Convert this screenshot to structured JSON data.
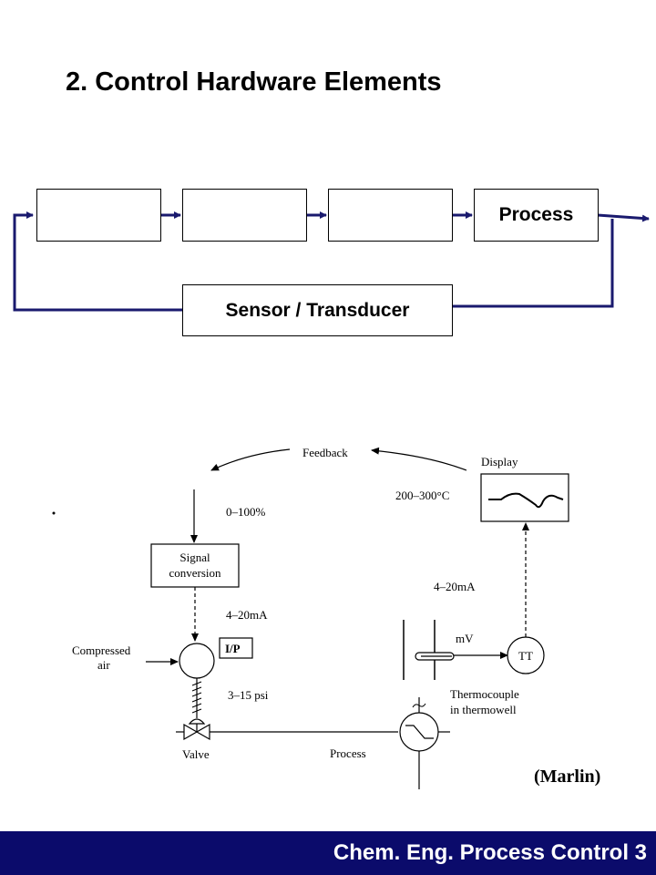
{
  "title": "2. Control Hardware Elements",
  "block_diagram": {
    "blocks": [
      "",
      "",
      "",
      "Process"
    ],
    "sensor_label": "Sensor / Transducer",
    "line_color": "#1a1a6e"
  },
  "schematic": {
    "feedback": "Feedback",
    "display": "Display",
    "range_pct": "0–100%",
    "temp_range": "200–300°C",
    "signal_conversion_line1": "Signal",
    "signal_conversion_line2": "conversion",
    "current_signal_left": "4–20mA",
    "current_signal_right": "4–20mA",
    "ip": "I/P",
    "mv": "mV",
    "tt": "TT",
    "compressed_air_line1": "Compressed",
    "compressed_air_line2": "air",
    "pressure_range": "3–15 psi",
    "thermocouple_line1": "Thermocouple",
    "thermocouple_line2": "in thermowell",
    "valve": "Valve",
    "process": "Process"
  },
  "credit": "(Marlin)",
  "footer": {
    "text": "Chem. Eng.  Process Control  3",
    "color": "#0b0b6b"
  }
}
